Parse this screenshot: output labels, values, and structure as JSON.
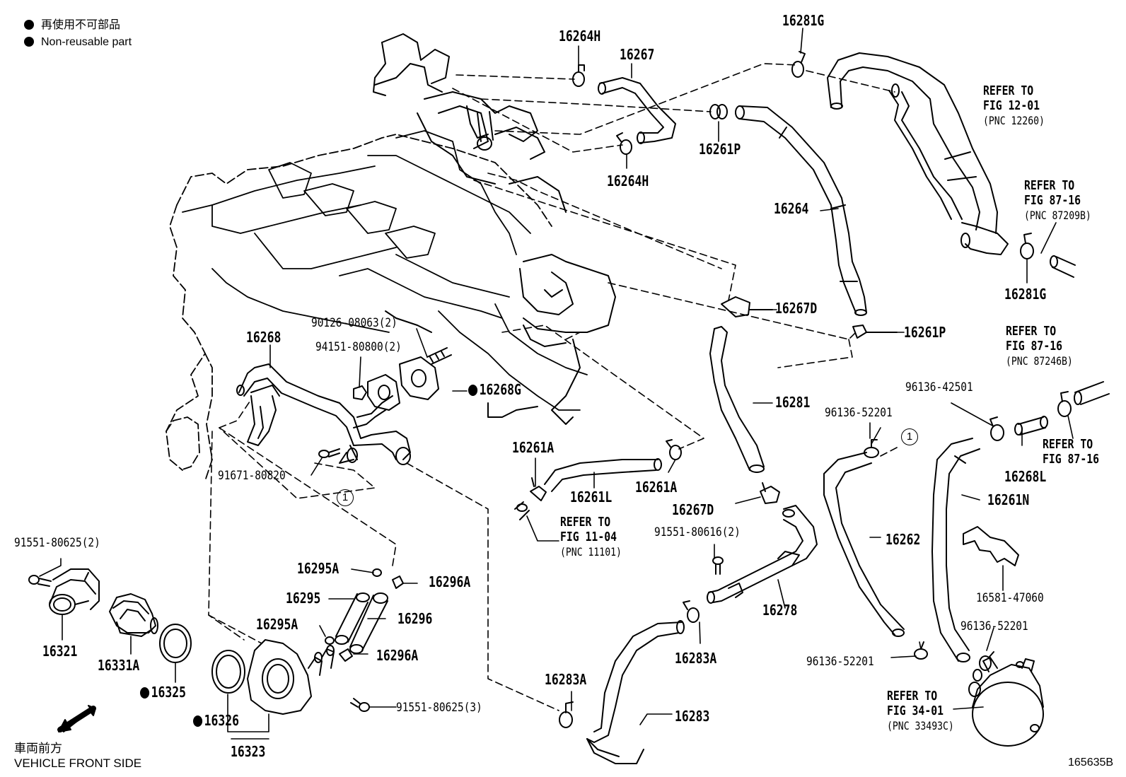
{
  "legend": {
    "jp": "再使用不可部品",
    "en": "Non-reusable part"
  },
  "footer": {
    "jp": "車両前方",
    "en": "VEHICLE FRONT SIDE"
  },
  "figure_id": "165635B",
  "circle_ref": "1",
  "parts": {
    "p16264H_top": "16264H",
    "p16267": "16267",
    "p16281G_top": "16281G",
    "p16261P_top": "16261P",
    "p16264H_bot": "16264H",
    "p16264": "16264",
    "p16281G_right": "16281G",
    "p16267D_top": "16267D",
    "p16261P_mid": "16261P",
    "p16268": "16268",
    "p90126": "90126-08063(2)",
    "p94151": "94151-80800(2)",
    "p16268G": "16268G",
    "p16281": "16281",
    "p96136_42501": "96136-42501",
    "p96136_52201_a": "96136-52201",
    "p16261A_l": "16261A",
    "p16261L": "16261L",
    "p16261A_r": "16261A",
    "p16268L": "16268L",
    "p16267D_bot": "16267D",
    "p16261N": "16261N",
    "p91671": "91671-80820",
    "p91551_80616": "91551-80616(2)",
    "p16262": "16262",
    "p91551_80625_2": "91551-80625(2)",
    "p16295A_top": "16295A",
    "p16296A_top": "16296A",
    "p16295": "16295",
    "p16296": "16296",
    "p16278": "16278",
    "p16581": "16581-47060",
    "p16321": "16321",
    "p16295A_bot": "16295A",
    "p16296A_bot": "16296A",
    "p16283A_r": "16283A",
    "p96136_52201_b": "96136-52201",
    "p96136_52201_c": "96136-52201",
    "p16331A": "16331A",
    "p16283A_l": "16283A",
    "p16325": "16325",
    "p91551_80625_3": "91551-80625(3)",
    "p16283": "16283",
    "p16326": "16326",
    "p16323": "16323"
  },
  "refs": {
    "r12": {
      "l1": "REFER TO",
      "l2": "FIG 12-01",
      "l3": "(PNC 12260)"
    },
    "r87a": {
      "l1": "REFER TO",
      "l2": "FIG 87-16",
      "l3": "(PNC 87209B)"
    },
    "r87b": {
      "l1": "REFER TO",
      "l2": "FIG 87-16",
      "l3": "(PNC 87246B)"
    },
    "r87c": {
      "l1": "REFER TO",
      "l2": "FIG 87-16"
    },
    "r11": {
      "l1": "REFER TO",
      "l2": "FIG 11-04",
      "l3": "(PNC 11101)"
    },
    "r34": {
      "l1": "REFER TO",
      "l2": "FIG 34-01",
      "l3": "(PNC 33493C)"
    }
  }
}
